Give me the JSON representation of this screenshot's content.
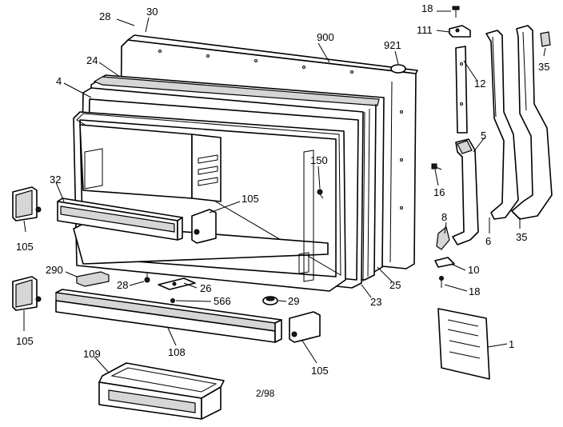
{
  "callouts": [
    "28",
    "30",
    "900",
    "921",
    "18",
    "111",
    "35",
    "24",
    "12",
    "4",
    "5",
    "150",
    "32",
    "16",
    "105",
    "105",
    "8",
    "6",
    "35",
    "105",
    "290",
    "28",
    "26",
    "10",
    "25",
    "566",
    "29",
    "18",
    "23",
    "1",
    "105",
    "108",
    "105",
    "109"
  ],
  "date_code": "2/98",
  "colors": {
    "ink": "#000000",
    "paper": "#ffffff",
    "shade": "#d6d6d6"
  }
}
